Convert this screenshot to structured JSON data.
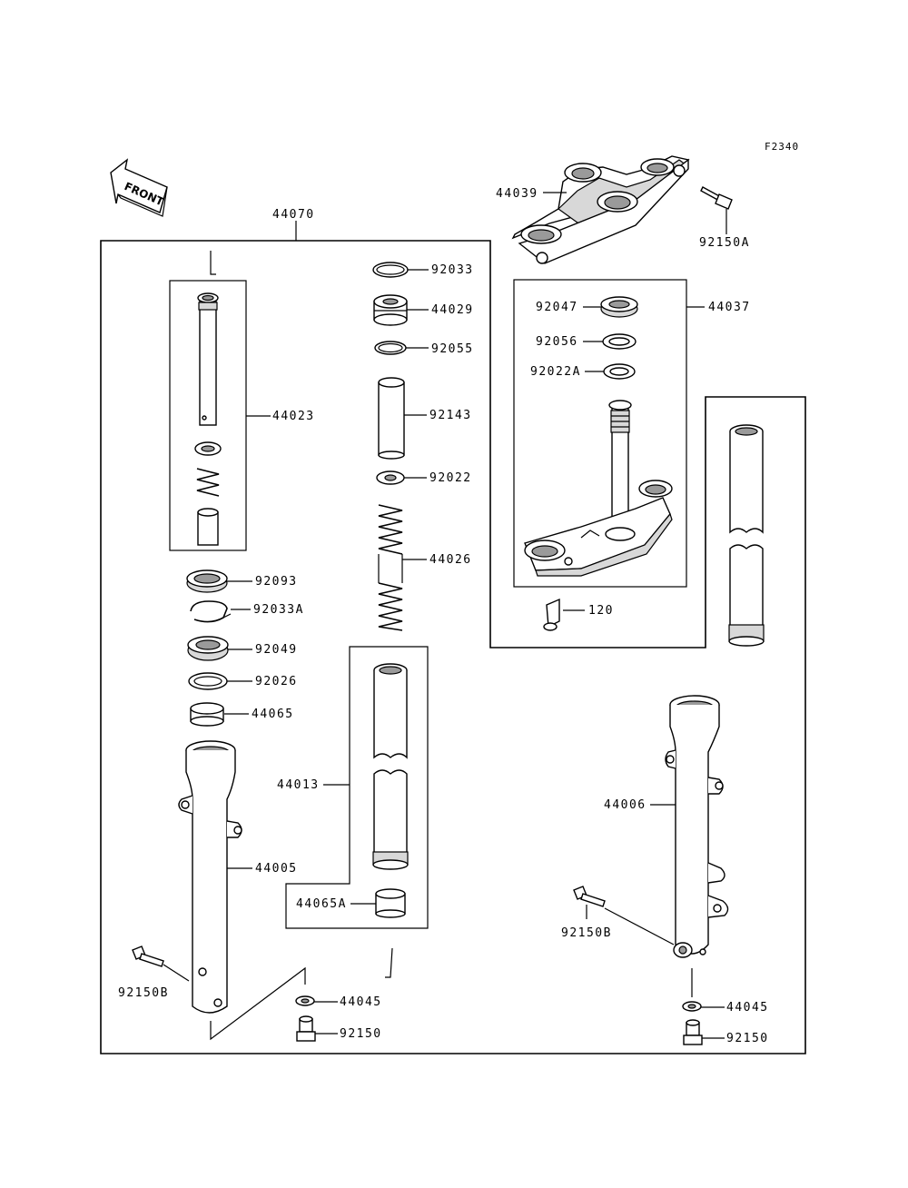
{
  "figure_code": "F2340",
  "front_label": "FRONT",
  "labels": {
    "p44070": "44070",
    "p44039": "44039",
    "p92150A": "92150A",
    "p44037": "44037",
    "p92047": "92047",
    "p92056": "92056",
    "p92022A": "92022A",
    "p120": "120",
    "p92033": "92033",
    "p44029": "44029",
    "p92055": "92055",
    "p92143": "92143",
    "p92022": "92022",
    "p44026": "44026",
    "p44023": "44023",
    "p92093": "92093",
    "p92033A": "92033A",
    "p92049": "92049",
    "p92026": "92026",
    "p44065": "44065",
    "p44013": "44013",
    "p44005": "44005",
    "p44065A": "44065A",
    "p92150B_left": "92150B",
    "p44045_left": "44045",
    "p92150_left": "92150",
    "p44006": "44006",
    "p92150B_right": "92150B",
    "p44045_right": "44045",
    "p92150_right": "92150"
  }
}
